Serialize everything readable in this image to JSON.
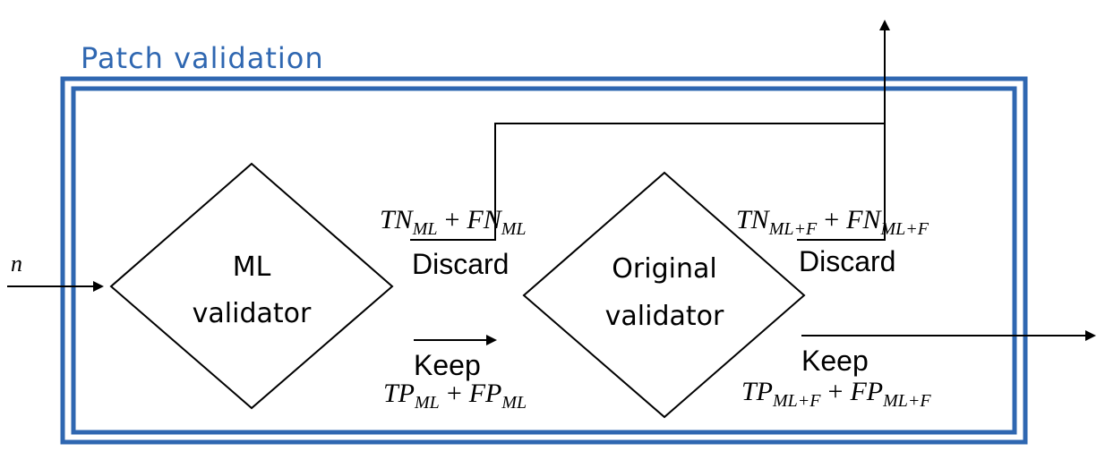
{
  "container": {
    "title": "Patch validation",
    "border_color": "#2f67b1"
  },
  "input": {
    "label": "n"
  },
  "ml_validator": {
    "line1": "ML",
    "line2": "validator"
  },
  "ml_discard": {
    "math": {
      "a": "TN",
      "a_sub": "ML",
      "op": "+",
      "b": "FN",
      "b_sub": "ML"
    },
    "label": "Discard"
  },
  "ml_keep": {
    "label": "Keep",
    "math": {
      "a": "TP",
      "a_sub": "ML",
      "op": "+",
      "b": "FP",
      "b_sub": "ML"
    }
  },
  "original_validator": {
    "line1": "Original",
    "line2": "validator"
  },
  "original_discard": {
    "math": {
      "a": "TN",
      "a_sub": "ML+F",
      "op": "+",
      "b": "FN",
      "b_sub": "ML+F"
    },
    "label": "Discard"
  },
  "original_keep": {
    "label": "Keep",
    "math": {
      "a": "TP",
      "a_sub": "ML+F",
      "op": "+",
      "b": "FP",
      "b_sub": "ML+F"
    }
  }
}
